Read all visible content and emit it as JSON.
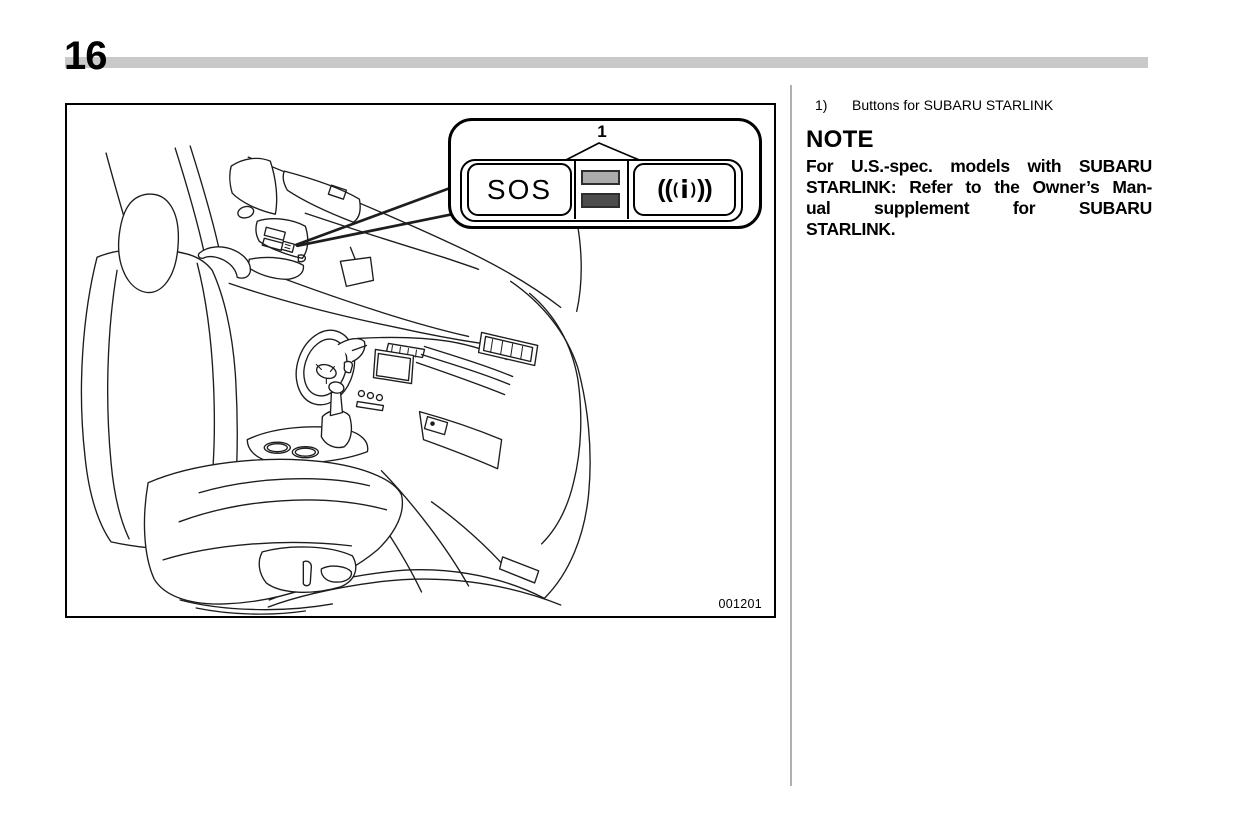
{
  "page": {
    "number": "16"
  },
  "figure": {
    "code": "001201",
    "callout": {
      "label": "1",
      "sos_button": "SOS",
      "icall_icon": {
        "outer_left": "((",
        "inner_left": "(",
        "letter": "i",
        "inner_right": ")",
        "outer_right": "))"
      },
      "mic_slot_colors": {
        "top": "#ababab",
        "bottom": "#4d4d4d"
      }
    }
  },
  "legend": {
    "item_number": "1)",
    "item_text": "Buttons for SUBARU STARLINK"
  },
  "note": {
    "heading": "NOTE",
    "lines": [
      "For U.S.-spec. models with SUBARU",
      "STARLINK: Refer to the Owner’s Man-",
      "ual supplement for SUBARU",
      "STARLINK."
    ]
  },
  "colors": {
    "header_bar": "#c9c9c9",
    "column_divider": "#b0b0b0"
  }
}
